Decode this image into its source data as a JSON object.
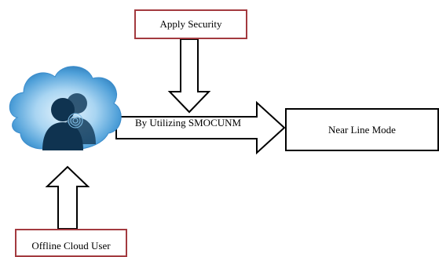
{
  "nodes": {
    "apply_security": "Apply Security",
    "near_line_mode": "Near Line Mode",
    "offline_cloud_user": "Offline Cloud User"
  },
  "edges": {
    "utilizing_label": "By Utilizing SMOCUNM"
  },
  "icon": {
    "name": "cloud-user-icon"
  },
  "colors": {
    "box_border_accent": "#a33a3f",
    "cloud_light": "#cfe7f7",
    "cloud_mid": "#6fb3e3",
    "cloud_dark": "#1f6fa8",
    "user_silhouette": "#143a57"
  }
}
